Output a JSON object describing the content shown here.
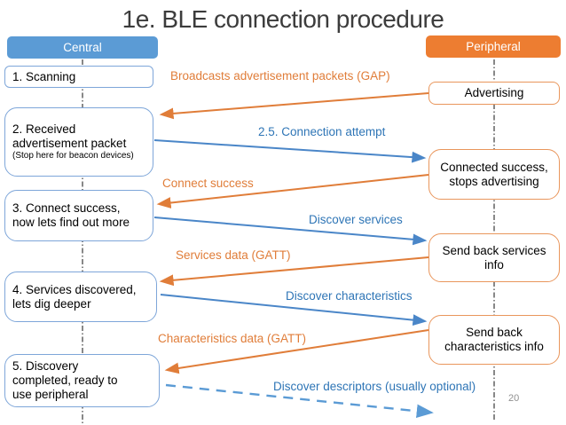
{
  "title": "1e. BLE connection procedure",
  "page_number": "20",
  "actors": {
    "central": "Central",
    "peripheral": "Peripheral"
  },
  "central_steps": [
    {
      "label": "1. Scanning"
    },
    {
      "label": "2. Received\nadvertisement packet",
      "note": "(Stop here for beacon devices)"
    },
    {
      "label": "3. Connect success,\nnow lets find out more"
    },
    {
      "label": "4. Services discovered,\nlets dig deeper"
    },
    {
      "label": "5. Discovery\ncompleted, ready to\nuse peripheral"
    }
  ],
  "peripheral_steps": [
    {
      "label": "Advertising"
    },
    {
      "label": "Connected success,\nstops advertising"
    },
    {
      "label": "Send back services\ninfo"
    },
    {
      "label": "Send back\ncharacteristics info"
    }
  ],
  "messages": [
    {
      "label": "Broadcasts advertisement packets (GAP)",
      "from": "peripheral",
      "to": "central",
      "color": "orange",
      "line": "solid"
    },
    {
      "label": "2.5. Connection attempt",
      "from": "central",
      "to": "peripheral",
      "color": "blue",
      "line": "solid"
    },
    {
      "label": "Connect success",
      "from": "peripheral",
      "to": "central",
      "color": "orange",
      "line": "solid"
    },
    {
      "label": "Discover services",
      "from": "central",
      "to": "peripheral",
      "color": "blue",
      "line": "solid"
    },
    {
      "label": "Services data (GATT)",
      "from": "peripheral",
      "to": "central",
      "color": "orange",
      "line": "solid"
    },
    {
      "label": "Discover characteristics",
      "from": "central",
      "to": "peripheral",
      "color": "blue",
      "line": "solid"
    },
    {
      "label": "Characteristics data (GATT)",
      "from": "peripheral",
      "to": "central",
      "color": "orange",
      "line": "solid"
    },
    {
      "label": "Discover descriptors (usually optional)",
      "from": "central",
      "to": "peripheral",
      "color": "blue",
      "line": "dashed"
    }
  ],
  "colors": {
    "central_fill": "#5B9BD5",
    "peripheral_fill": "#ED7D31",
    "blue_label": "#2E75B6",
    "orange_label": "#E07D39",
    "left_box_border": "#7EA6D9",
    "right_box_border": "#E9965C"
  }
}
